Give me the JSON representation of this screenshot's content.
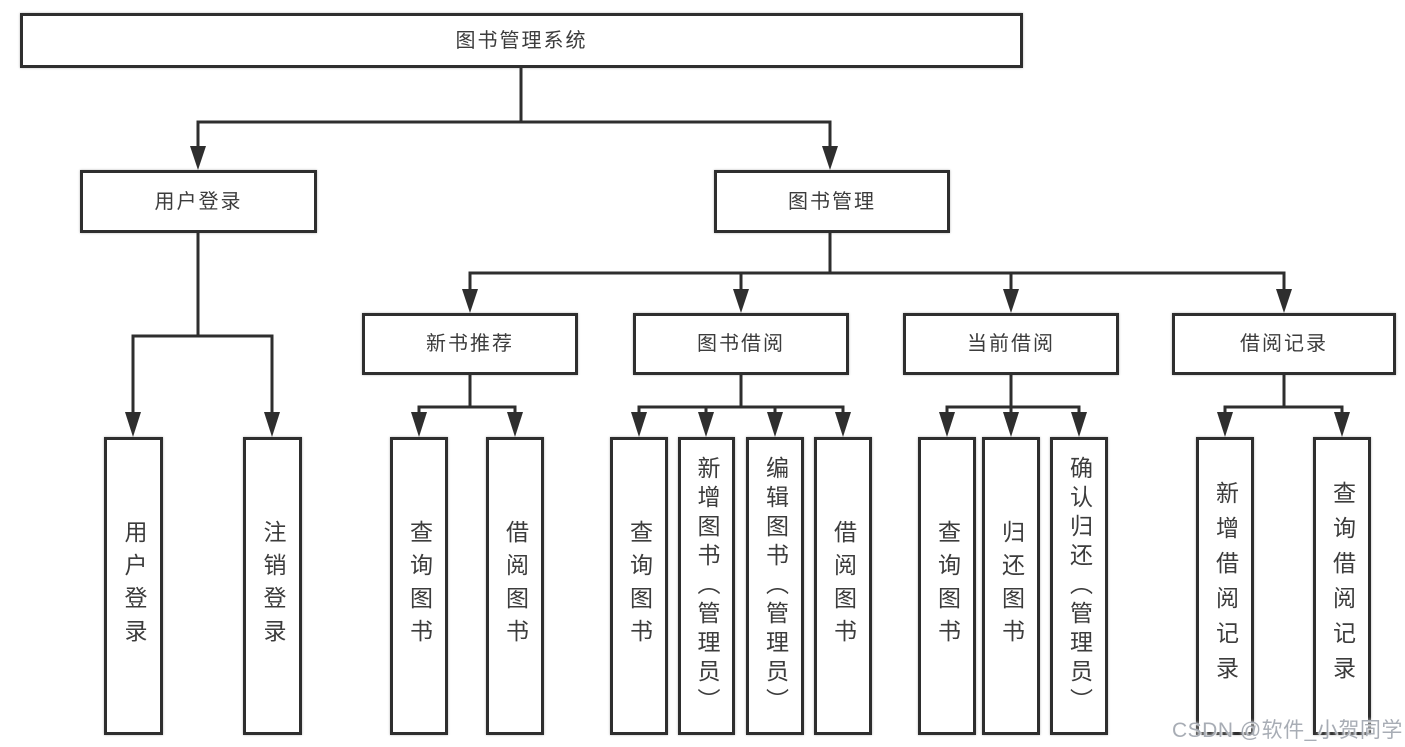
{
  "diagram": {
    "root": {
      "label": "图书管理系统"
    },
    "branches": [
      {
        "label": "用户登录",
        "children": [
          {
            "label": "用户登录"
          },
          {
            "label": "注销登录"
          }
        ]
      },
      {
        "label": "图书管理",
        "children": [
          {
            "label": "新书推荐",
            "children": [
              {
                "label": "查询图书"
              },
              {
                "label": "借阅图书"
              }
            ]
          },
          {
            "label": "图书借阅",
            "children": [
              {
                "label": "查询图书"
              },
              {
                "label": "新增图书（管理员）"
              },
              {
                "label": "编辑图书（管理员）"
              },
              {
                "label": "借阅图书"
              }
            ]
          },
          {
            "label": "当前借阅",
            "children": [
              {
                "label": "查询图书"
              },
              {
                "label": "归还图书"
              },
              {
                "label": "确认归还（管理员）"
              }
            ]
          },
          {
            "label": "借阅记录",
            "children": [
              {
                "label": "新增借阅记录"
              },
              {
                "label": "查询借阅记录"
              }
            ]
          }
        ]
      }
    ]
  },
  "watermark": {
    "text": "CSDN @软件_小贺同学"
  },
  "colors": {
    "line": "#2e2e2e",
    "box_border": "#2e2e2e",
    "box_fill": "#ffffff",
    "text": "#3c3c3c",
    "background": "#ffffff",
    "watermark_text": "#a8adb5"
  }
}
